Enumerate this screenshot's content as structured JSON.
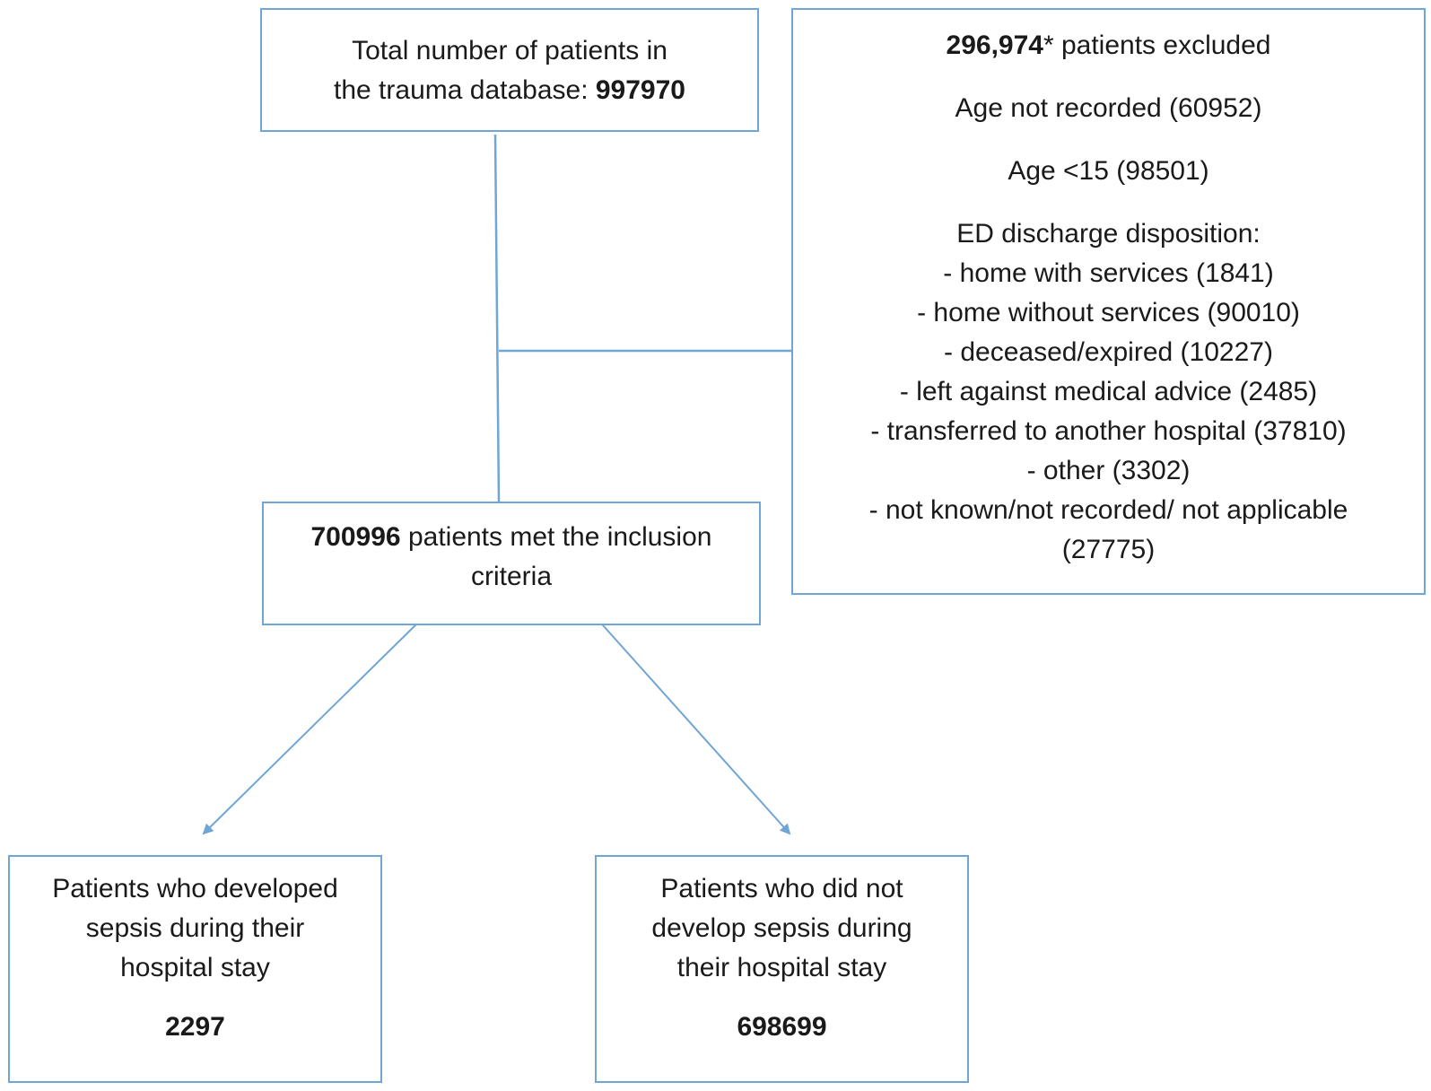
{
  "total": {
    "line1": "Total number of patients in",
    "line2_prefix": "the trauma database: ",
    "count": "997970"
  },
  "excluded": {
    "count": "296,974",
    "count_suffix": "* patients excluded",
    "age_not_recorded": "Age not recorded (60952)",
    "age_under_15": "Age <15 (98501)",
    "ed_heading": "ED discharge disposition:",
    "items": [
      "- home with services (1841)",
      "- home without services (90010)",
      "- deceased/expired (10227)",
      "- left against medical advice (2485)",
      "- transferred to another hospital (37810)",
      "- other (3302)",
      "- not known/not recorded/ not applicable",
      "(27775)"
    ]
  },
  "included": {
    "count": "700996",
    "line1_suffix": " patients met the inclusion",
    "line2": "criteria"
  },
  "sepsis": {
    "line1": "Patients who developed",
    "line2": "sepsis during their",
    "line3": "hospital stay",
    "count": "2297"
  },
  "no_sepsis": {
    "line1": "Patients who did not",
    "line2": "develop sepsis during",
    "line3": "their hospital stay",
    "count": "698699"
  },
  "colors": {
    "border": "#6fa6d6",
    "arrow": "#6fa6d6",
    "text": "#1a1a1a"
  }
}
